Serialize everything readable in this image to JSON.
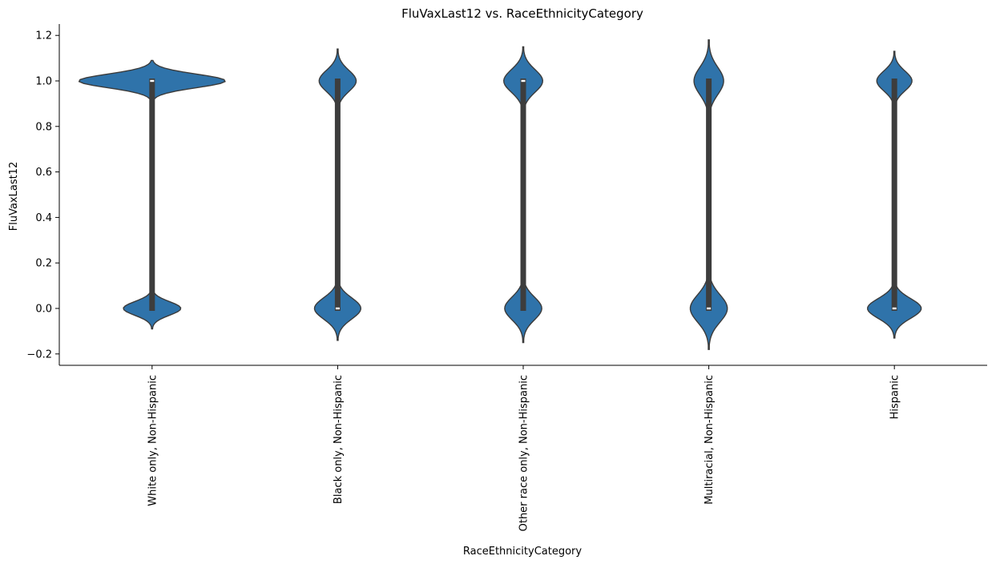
{
  "chart_data": {
    "type": "violin",
    "title": "FluVaxLast12 vs. RaceEthnicityCategory",
    "xlabel": "RaceEthnicityCategory",
    "ylabel": "FluVaxLast12",
    "ylim": [
      -0.25,
      1.25
    ],
    "yticks": [
      -0.2,
      0.0,
      0.2,
      0.4,
      0.6,
      0.8,
      1.0,
      1.2
    ],
    "ytick_labels": [
      "−0.2",
      "0.0",
      "0.2",
      "0.4",
      "0.6",
      "0.8",
      "1.0",
      "1.2"
    ],
    "grid": false,
    "color": "#2f73aa",
    "edge_color": "#3b3b3b",
    "categories": [
      "White only, Non-Hispanic",
      "Black only, Non-Hispanic",
      "Other race only, Non-Hispanic",
      "Multiracial, Non-Hispanic",
      "Hispanic"
    ],
    "violins": [
      {
        "category": "White only, Non-Hispanic",
        "top_half_width": 0.79,
        "bottom_half_width": 0.31,
        "y_max": 1.09,
        "y_min": -0.09,
        "top_neck": 0.88,
        "bottom_neck": 0.11,
        "median": 1.0,
        "q1": 0.0,
        "q3": 1.0
      },
      {
        "category": "Black only, Non-Hispanic",
        "top_half_width": 0.2,
        "bottom_half_width": 0.25,
        "y_max": 1.14,
        "y_min": -0.14,
        "top_neck": 0.84,
        "bottom_neck": 0.16,
        "median": 0.0,
        "q1": 0.0,
        "q3": 1.0
      },
      {
        "category": "Other race only, Non-Hispanic",
        "top_half_width": 0.21,
        "bottom_half_width": 0.2,
        "y_max": 1.15,
        "y_min": -0.15,
        "top_neck": 0.82,
        "bottom_neck": 0.18,
        "median": 1.0,
        "q1": 0.0,
        "q3": 1.0
      },
      {
        "category": "Multiracial, Non-Hispanic",
        "top_half_width": 0.16,
        "bottom_half_width": 0.2,
        "y_max": 1.18,
        "y_min": -0.18,
        "top_neck": 0.8,
        "bottom_neck": 0.2,
        "median": 0.0,
        "q1": 0.0,
        "q3": 1.0
      },
      {
        "category": "Hispanic",
        "top_half_width": 0.19,
        "bottom_half_width": 0.29,
        "y_max": 1.13,
        "y_min": -0.13,
        "top_neck": 0.85,
        "bottom_neck": 0.15,
        "median": 0.0,
        "q1": 0.0,
        "q3": 1.0
      }
    ]
  }
}
